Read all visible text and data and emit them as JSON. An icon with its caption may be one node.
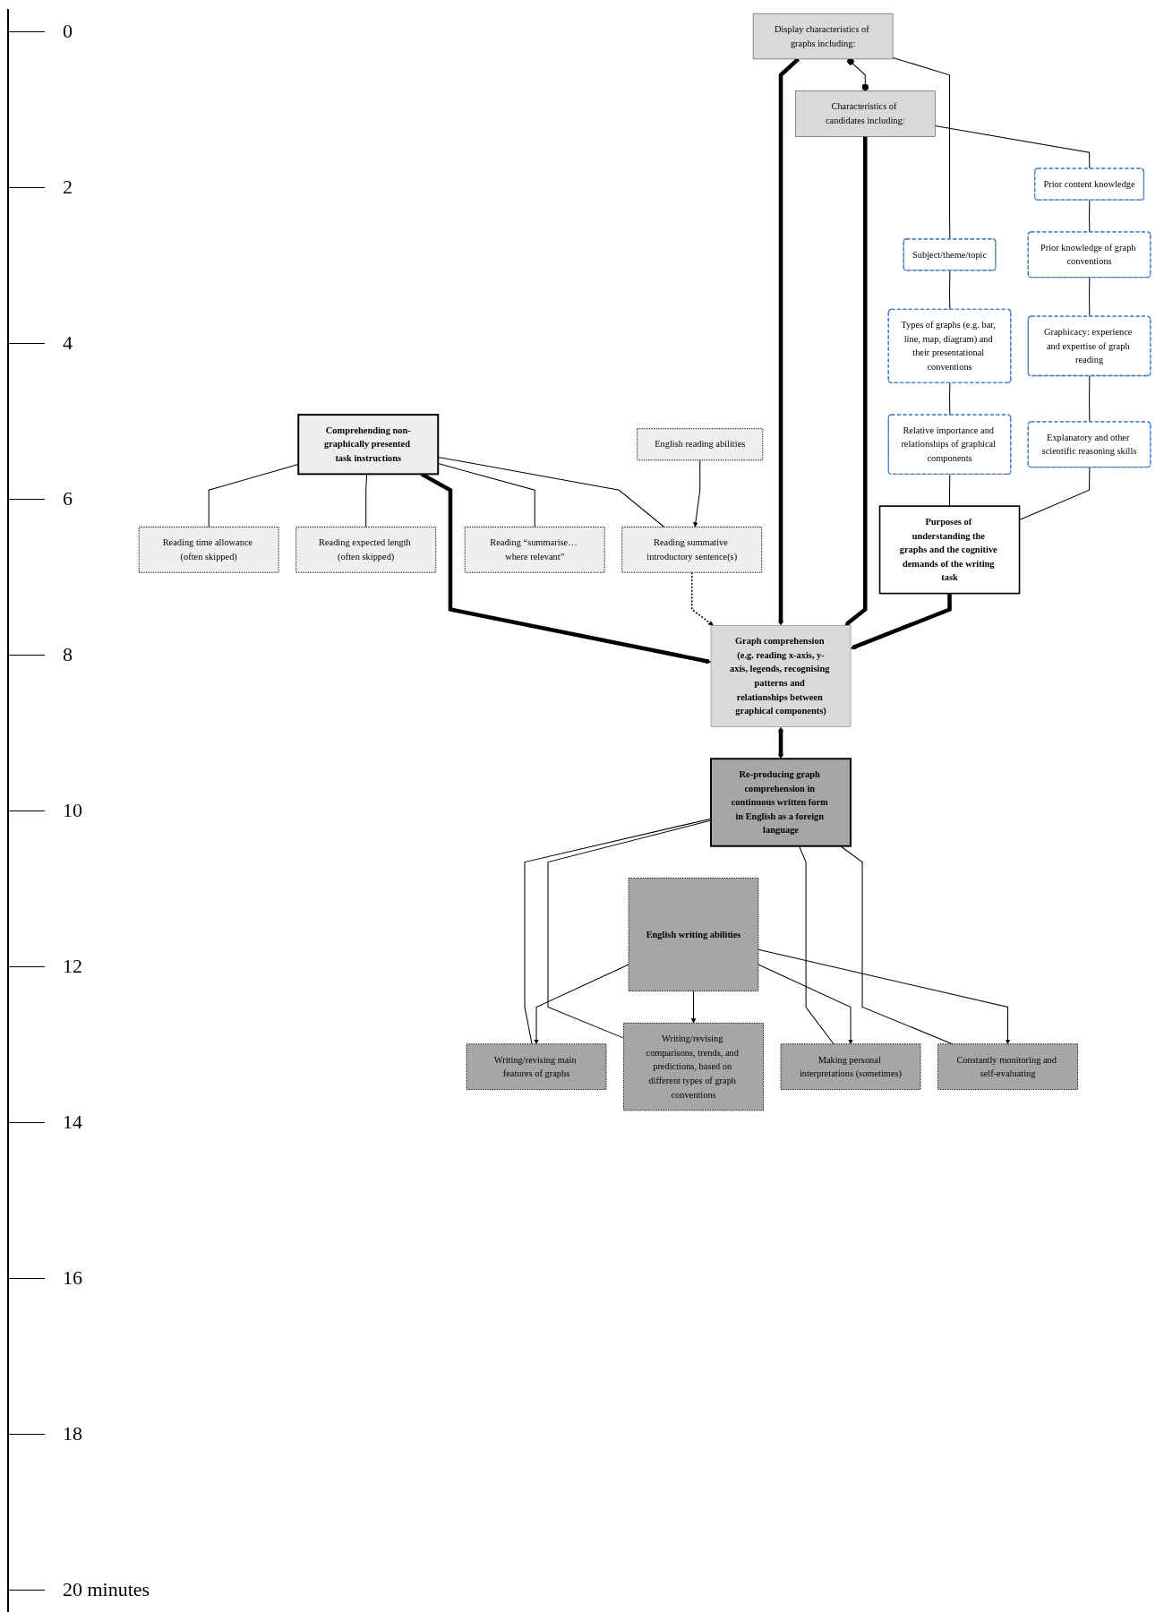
{
  "diagram": {
    "nodes": [
      {
        "text": [
          "Comprehending non-graphically presented task instructions"
        ]
      },
      {
        "text": [
          "Reading time allowance (often skipped)"
        ]
      },
      {
        "text": [
          "Reading expected length (often skipped)"
        ]
      },
      {
        "text": [
          "Reading summative introductory sentence(s)"
        ]
      },
      {
        "text": [
          "Reading “summarise… where relevant”"
        ]
      },
      {
        "text": [
          "English reading abilities"
        ]
      },
      {
        "text": [
          "Graph comprehension (e.g. reading x-axis, y-axis, legends, recognising patterns and relationships between graphical components)"
        ]
      },
      {
        "text": [
          "Re-producing graph comprehension in continuous written form in English as a foreign language"
        ]
      },
      {
        "text": [
          "Display characteristics of graphs including:"
        ]
      },
      {
        "text": [
          "Characteristics of candidates including:"
        ]
      },
      {
        "text": [
          "Subject/theme/topic"
        ]
      },
      {
        "text": [
          "Types of graphs (e.g. bar, line, map, diagram) and their presentational conventions"
        ]
      },
      {
        "text": [
          "Relative importance and relationships of graphical components"
        ]
      },
      {
        "text": [
          "Prior content knowledge"
        ]
      },
      {
        "text": [
          "Prior knowledge of graph conventions"
        ]
      },
      {
        "text": [
          "Graphicacy: experience and expertise of graph reading"
        ]
      },
      {
        "text": [
          "Explanatory and other scientific reasoning skills"
        ]
      },
      {
        "text": [
          "Purposes of understanding the graphs and the cognitive demands of the writing task"
        ]
      },
      {
        "text": [
          "Writing/revising main features of graphs"
        ]
      },
      {
        "text": [
          "Writing/revising comparisons, trends, and predictions, based on different types of graph conventions"
        ]
      },
      {
        "text": [
          "Making personal interpretations (sometimes)"
        ]
      },
      {
        "text": [
          "Constantly monitoring and self-evaluating"
        ]
      },
      {
        "text": [
          "English writing abilities"
        ]
      }
    ],
    "edges": [
      {
        "from": 0,
        "to": 1,
        "arrow": "none"
      },
      {
        "from": 0,
        "to": 2,
        "arrow": "none"
      },
      {
        "from": 0,
        "to": 3,
        "arrow": "none"
      },
      {
        "from": 0,
        "to": 4,
        "arrow": "none"
      },
      {
        "from": 5,
        "to": 3,
        "arrow": "to"
      },
      {
        "from": 0,
        "to": 6,
        "arrow": "to",
        "style": "thick"
      },
      {
        "from": 3,
        "to": 6,
        "arrow": "to",
        "style": "dashed"
      },
      {
        "from": 8,
        "to": 9,
        "arrow": "other"
      },
      {
        "from": 8,
        "to": 6,
        "arrow": "to",
        "style": "thick"
      },
      {
        "from": 9,
        "to": 6,
        "arrow": "to",
        "style": "thick"
      },
      {
        "from": 17,
        "to": 6,
        "arrow": "to",
        "style": "thick"
      },
      {
        "from": 6,
        "to": 7,
        "arrow": "both",
        "style": "thick"
      },
      {
        "from": 8,
        "to": 10,
        "arrow": "none"
      },
      {
        "from": 10,
        "to": 11,
        "arrow": "none"
      },
      {
        "from": 11,
        "to": 12,
        "arrow": "none"
      },
      {
        "from": 12,
        "to": 17,
        "arrow": "none"
      },
      {
        "from": 9,
        "to": 13,
        "arrow": "none"
      },
      {
        "from": 13,
        "to": 14,
        "arrow": "none"
      },
      {
        "from": 14,
        "to": 15,
        "arrow": "none"
      },
      {
        "from": 15,
        "to": 16,
        "arrow": "none"
      },
      {
        "from": 16,
        "to": 17,
        "arrow": "none"
      },
      {
        "from": 7,
        "to": 18,
        "arrow": "none"
      },
      {
        "from": 7,
        "to": 19,
        "arrow": "none"
      },
      {
        "from": 7,
        "to": 20,
        "arrow": "none"
      },
      {
        "from": 7,
        "to": 21,
        "arrow": "none"
      },
      {
        "from": 22,
        "to": 18,
        "arrow": "to"
      },
      {
        "from": 22,
        "to": 19,
        "arrow": "to"
      },
      {
        "from": 22,
        "to": 20,
        "arrow": "to"
      },
      {
        "from": 22,
        "to": 21,
        "arrow": "to"
      }
    ],
    "labels": [
      "0",
      "2",
      "4",
      "6",
      "8",
      "10",
      "12",
      "14",
      "16",
      "18",
      "20 minutes"
    ]
  }
}
